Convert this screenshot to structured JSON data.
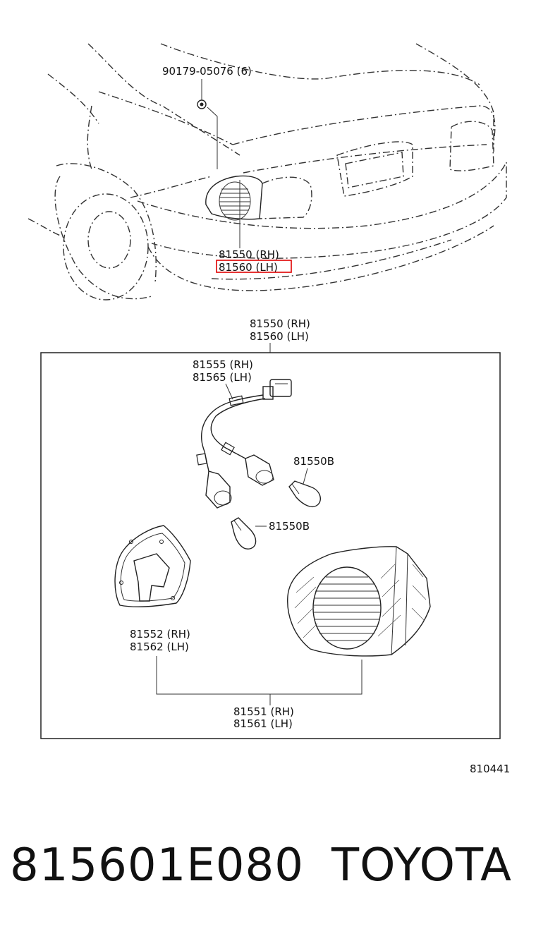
{
  "top_view": {
    "bolt_label": "90179-05076 (6)",
    "lamp_rh": "81550 (RH)",
    "lamp_lh": "81560 (LH)"
  },
  "detail_box": {
    "title_rh": "81550 (RH)",
    "title_lh": "81560 (LH)",
    "socket_rh": "81555 (RH)",
    "socket_lh": "81565 (LH)",
    "bulb_a": "81550B",
    "bulb_b": "81550B",
    "gasket_rh": "81552 (RH)",
    "gasket_lh": "81562 (LH)",
    "lens_rh": "81551 (RH)",
    "lens_lh": "81561 (LH)"
  },
  "figure_number": "810441",
  "footer": {
    "part_number": "815601E080",
    "brand": "TOYOTA"
  },
  "highlight_color": "#e00000"
}
